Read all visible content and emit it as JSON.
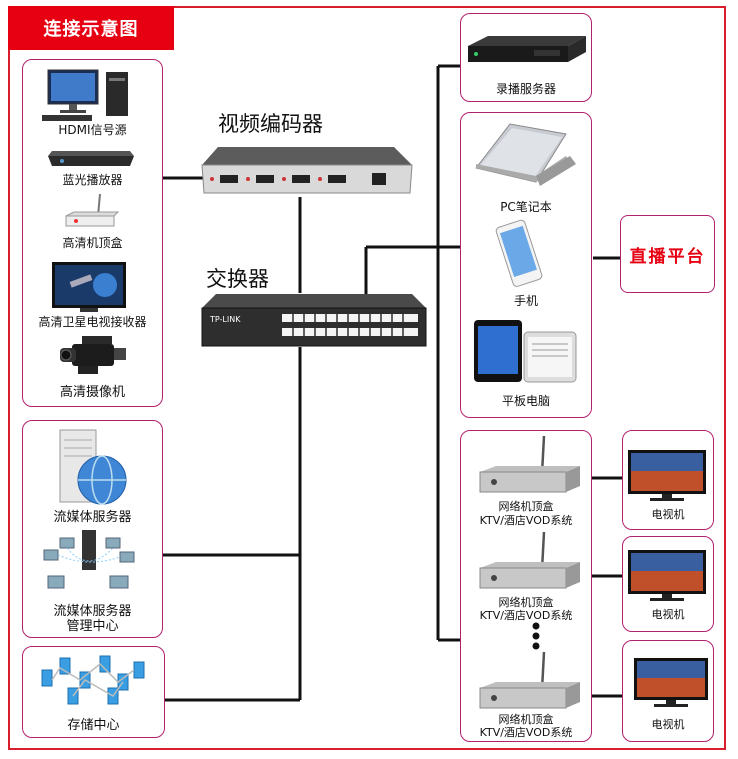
{
  "title": "连接示意图",
  "encoder_label": "视频编码器",
  "switch_label": "交换器",
  "switch_brand": "TP-LINK",
  "live_platform": "直播平台",
  "sources": {
    "hdmi": "HDMI信号源",
    "bluray": "蓝光播放器",
    "stb": "高清机顶盒",
    "satellite": "高清卫星电视接收器",
    "camcorder": "高清摄像机"
  },
  "server": {
    "streaming": "流媒体服务器",
    "mgmt_line1": "流媒体服务器",
    "mgmt_line2": "管理中心"
  },
  "storage": "存储中心",
  "recorder": "录播服务器",
  "clients": {
    "pc": "PC笔记本",
    "phone": "手机",
    "tablet": "平板电脑"
  },
  "settop_line1": "网络机顶盒",
  "settop_line2": "KTV/酒店VOD系统",
  "tv": "电视机"
}
